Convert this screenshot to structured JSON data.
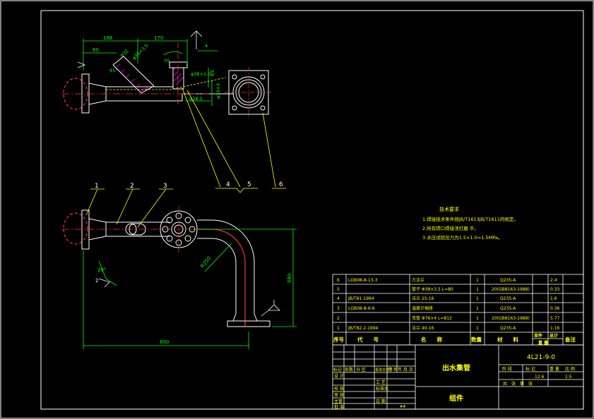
{
  "drawing": {
    "top_view_dims": [
      "188",
      "170",
      "60",
      "65"
    ],
    "top_view_labels": [
      "Φ32",
      "φ38×3.5",
      "φ38×1.5",
      "45°",
      "φ70×4",
      "φ38.5",
      "35",
      "4"
    ],
    "balloons": [
      "1",
      "2",
      "3",
      "4",
      "5",
      "6"
    ],
    "front_view_dims": [
      "600",
      "580",
      "R250",
      "20°",
      "2"
    ]
  },
  "tech_notes": {
    "title": "技术要求",
    "lines": [
      "1.焊接技术条件按JB/T1613JB/T1611的规定。",
      "2.所有焊口焊接须打磨 平。",
      "3.水压试验压力为1.5×1.0=1.5MPa。"
    ]
  },
  "parts_table": {
    "header": {
      "no": "序号",
      "code": "代　　号",
      "name": "名　　称",
      "qty": "数量",
      "material": "材　　料",
      "unit_wt": "单件",
      "total_wt": "总计",
      "weight": "重 量",
      "remark": "备注"
    },
    "rows": [
      {
        "no": "6",
        "code": "LGB08-8-13-3",
        "name": "方法兰",
        "qty": "1",
        "material": "Q235-A",
        "weight": "2.4"
      },
      {
        "no": "5",
        "code": "",
        "name": "管子 Φ38×3.5 L=80",
        "qty": "1",
        "material": "20(GB8163-1988)",
        "weight": "0.33"
      },
      {
        "no": "4",
        "code": "JB/T81-1994",
        "name": "法兰 25-16",
        "qty": "1",
        "material": "Q235-A",
        "weight": "1.6"
      },
      {
        "no": "3",
        "code": "LGB08-8-6-6",
        "name": "温度计插座",
        "qty": "1",
        "material": "Q235-A",
        "weight": "0.36"
      },
      {
        "no": "2",
        "code": "",
        "name": "弯管 Φ76×4 L=812",
        "qty": "1",
        "material": "20(GB8163-1988)",
        "weight": "5.77"
      },
      {
        "no": "1",
        "code": "JB/T82.2-1994",
        "name": "法兰 40-16",
        "qty": "1",
        "material": "Q235-A",
        "weight": "1.16"
      }
    ]
  },
  "title_block": {
    "drawing_no": "4L21-9-0",
    "title": "出水集管",
    "subtitle": "组件",
    "stage_label": "阶 段",
    "mark_label": "标 记",
    "weight_label": "重 量",
    "scale_label": "比 例",
    "weight_value": "12.6",
    "scale_value": "1:5",
    "sheet_label": "共　张　第　张",
    "rev_labels": [
      "标记",
      "处数",
      "分 区",
      "更改文件号",
      "签 名",
      "年.月.日"
    ],
    "roles": [
      "设 计",
      "审 核",
      "工 艺",
      "标准化",
      "校 核",
      "批 准",
      "主管",
      "日 期"
    ],
    "small_tag": "##"
  },
  "colors": {
    "bg": "#000000",
    "outline": "#ffffff",
    "dimension": "#00ff00",
    "centerline": "#ff3030",
    "leader": "#ffff00",
    "section": "#ff00ff",
    "hidden": "#ffff00"
  }
}
